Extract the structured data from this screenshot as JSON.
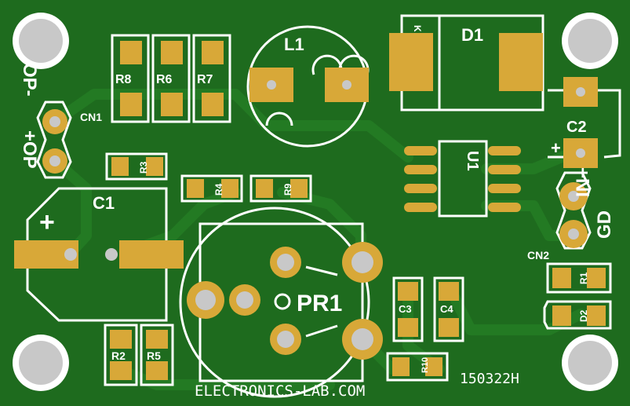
{
  "labels": {
    "l1": "L1",
    "d1": "D1",
    "k": "K",
    "r8": "R8",
    "r6": "R6",
    "r7": "R7",
    "cn1": "CN1",
    "op_minus": "OP-",
    "op_plus": "+OP",
    "r3": "R3",
    "r4": "R4",
    "r9": "R9",
    "c1": "C1",
    "c1_plus": "+",
    "u1": "U1",
    "c2": "C2",
    "c2_plus": "+",
    "in_plus": "IN+",
    "gd": "GD",
    "cn2": "CN2",
    "r1": "R1",
    "d2": "D2",
    "pr1": "PR1",
    "c3": "C3",
    "c4": "C4",
    "r2": "R2",
    "r5": "R5",
    "r10": "R10",
    "brand": "ELECTRONICS-LAB.COM",
    "code": "150322H"
  },
  "colors": {
    "board": "#1e6b1e",
    "copper": "#d8a838",
    "silk": "#ffffff",
    "hole": "#cccccc"
  }
}
